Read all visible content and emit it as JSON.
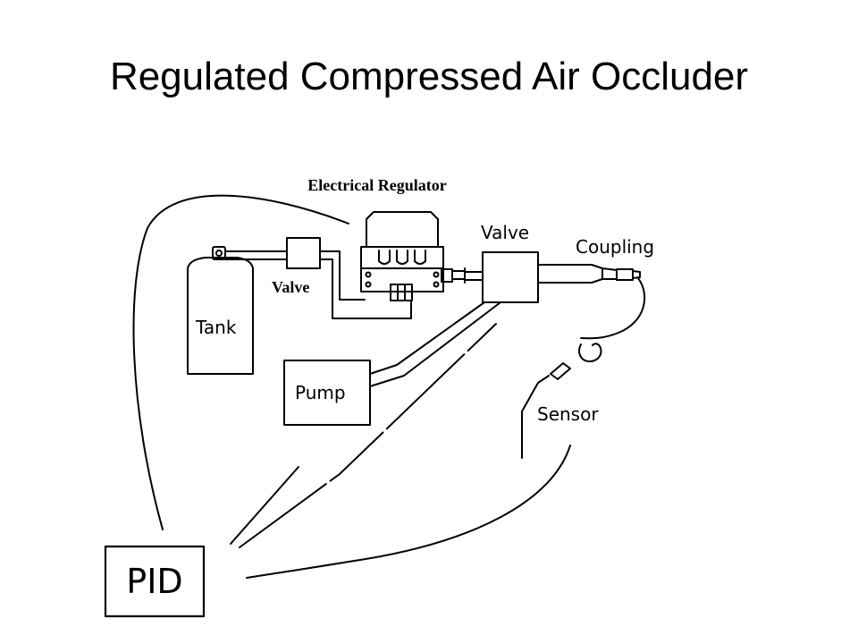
{
  "title": "Regulated Compressed Air Occluder",
  "labels": {
    "electrical_regulator": "Electrical Regulator",
    "valve_top": "Valve",
    "valve_left": "Valve",
    "coupling": "Coupling",
    "tank": "Tank",
    "pump": "Pump",
    "sensor": "Sensor",
    "pid": "PID"
  },
  "colors": {
    "background": "#ffffff",
    "stroke": "#000000",
    "text": "#000000"
  }
}
